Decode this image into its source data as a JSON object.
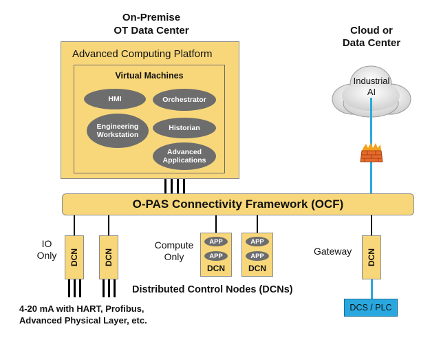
{
  "premise": {
    "line1": "On-Premise",
    "line2": "OT Data Center"
  },
  "cloud": {
    "title_line1": "Cloud or",
    "title_line2": "Data Center",
    "label_line1": "Industrial",
    "label_line2": "AI"
  },
  "platform": {
    "title": "Advanced Computing Platform",
    "vm_title": "Virtual Machines",
    "vms": {
      "hmi": "HMI",
      "orchestrator": "Orchestrator",
      "engineering_line1": "Engineering",
      "engineering_line2": "Workstation",
      "historian": "Historian",
      "advanced_line1": "Advanced",
      "advanced_line2": "Applications"
    }
  },
  "ocf_label": "O-PAS Connectivity Framework (OCF)",
  "io_only": {
    "line1": "IO",
    "line2": "Only"
  },
  "compute_only": {
    "line1": "Compute",
    "line2": "Only"
  },
  "gateway_label": "Gateway",
  "dcn_label": "DCN",
  "app_label": "APP",
  "dcs_plc_label": "DCS / PLC",
  "dcn_caption": "Distributed Control Nodes (DCNs)",
  "field_caption": {
    "line1": "4-20 mA with HART, Profibus,",
    "line2": "Advanced Physical Layer, etc."
  },
  "colors": {
    "yellow": "#f8d77a",
    "gray": "#6d6d6d",
    "blue": "#29a8e0",
    "firewall": "#e8692a"
  }
}
